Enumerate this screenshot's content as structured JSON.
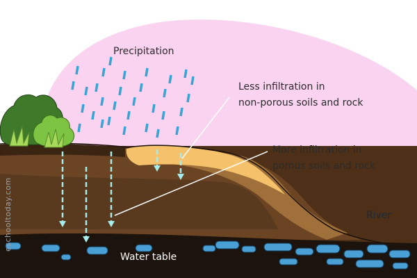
{
  "labels": {
    "precipitation": "Precipitation",
    "less_line1": "Less infiltration in",
    "less_line2": "non-porous soils and rock",
    "more_line1": "More infiltration in",
    "more_line2": "porous soils and rock",
    "river": "River",
    "water_table": "Water table"
  },
  "watermark": "eschooltoday.com",
  "colors": {
    "sky": "#f9d3ef",
    "rain": "#3aa3d6",
    "infiltration_arrow": "#a6ecea",
    "non_porous_soil": "#f5c26b",
    "topsoil": "#5a3a1e",
    "soil_mid": "#6b4424",
    "soil_deep": "#4e3018",
    "hill_top": "#a0703a",
    "river": "#3fa5d6",
    "water_table_band": "#1c130c",
    "groundwater_pool": "#4a9fd4",
    "bush_dark": "#3f7a2b",
    "bush_light": "#7cc442"
  }
}
